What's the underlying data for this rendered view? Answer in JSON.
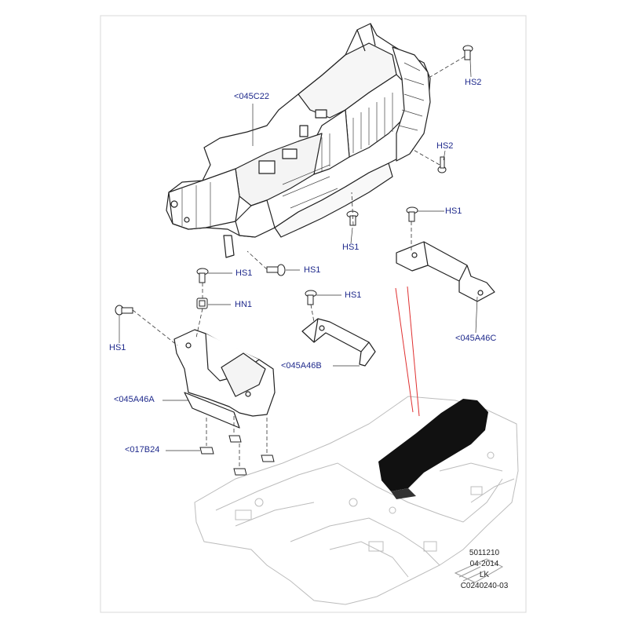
{
  "colors": {
    "background": "#ffffff",
    "frame": "#d8d8d8",
    "line": "#222222",
    "ghost": "#bcbcbc",
    "label": "#1f2a8c",
    "highlight": "#111111",
    "pointer": "#e03030"
  },
  "labels": {
    "console_frame": "<045C22",
    "hs2_top": "HS2",
    "hs2_mid": "HS2",
    "hs1_right": "HS1",
    "hs1_center": "HS1",
    "hs1_mid": "HS1",
    "hs1_left_upper": "HS1",
    "hs1_bracket_b": "HS1",
    "hn1": "HN1",
    "hs1_left": "HS1",
    "bracket_c": "<045A46C",
    "bracket_b": "<045A46B",
    "bracket_a": "<045A46A",
    "pad": "<017B24"
  },
  "footer": {
    "code1": "5011210",
    "date": "04-2014",
    "initials": "LK",
    "ref": "C0240240-03"
  },
  "icons": [
    "screw-icon",
    "nut-icon"
  ]
}
